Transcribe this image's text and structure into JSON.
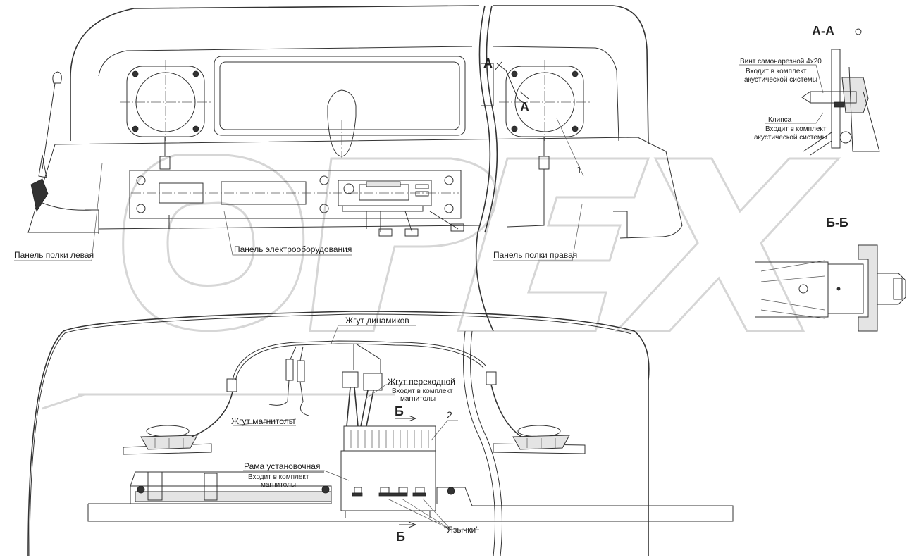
{
  "labels": {
    "left_shelf_panel": "Панель полки левая",
    "electrical_panel": "Панель электрооборудования",
    "right_shelf_panel": "Панель полки правая",
    "speaker_harness": "Жгут динамиков",
    "adapter_harness": "Жгут переходной",
    "adapter_harness_note_1": "Входит в комплект",
    "adapter_harness_note_2": "магнитолы",
    "radio_harness": "Жгут магнитолы",
    "mounting_frame": "Рама установочная",
    "mounting_frame_note_1": "Входит в комплект",
    "mounting_frame_note_2": "магнитолы",
    "tongues": "\"Язычки\"",
    "screw": "Винт самонарезной 4х20",
    "screw_note_1": "Входит в комплект",
    "screw_note_2": "акустической системы",
    "clip": "Клипса",
    "clip_note_1": "Входит в комплект",
    "clip_note_2": "акустической системы"
  },
  "callouts": {
    "item_1": "1",
    "item_2": "2"
  },
  "sections": {
    "aa_title": "А-А",
    "aa_marker_top": "А",
    "aa_marker_bottom": "А",
    "bb_title": "Б-Б",
    "bb_marker_top": "Б",
    "bb_marker_bottom": "Б"
  },
  "watermark": "OPEX"
}
